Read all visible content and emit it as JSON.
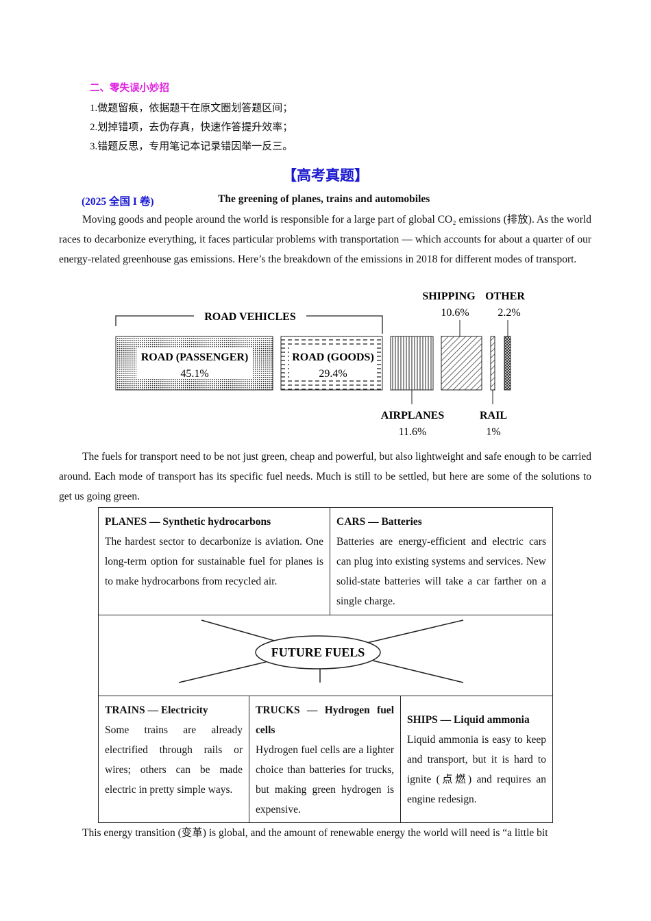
{
  "tips": {
    "heading": "二、零失误小妙招",
    "items": [
      "1.做题留痕，依据题干在原文圈划答题区间；",
      "2.划掉错项，去伪存真，快速作答提升效率；",
      "3.错题反思，专用笔记本记录错因举一反三。"
    ]
  },
  "section_title": "【高考真题】",
  "source": "(2025 全国 I 卷)",
  "article_title": "The greening of planes, trains and automobiles",
  "para1": "Moving goods and people around the world is responsible for a large part of global CO₂ emissions (排放). As the world races to decarbonize everything, it faces particular problems with transportation — which accounts for about a quarter of our energy-related greenhouse gas emissions. Here’s the breakdown of the emissions in 2018 for different modes of transport.",
  "figure": {
    "group_label": "ROAD VEHICLES",
    "segments": [
      {
        "label": "ROAD (PASSENGER)",
        "value": "45.1%"
      },
      {
        "label": "ROAD (GOODS)",
        "value": "29.4%"
      },
      {
        "label": "AIRPLANES",
        "value": "11.6%"
      },
      {
        "label": "SHIPPING",
        "value": "10.6%"
      },
      {
        "label": "RAIL",
        "value": "1%"
      },
      {
        "label": "OTHER",
        "value": "2.2%"
      }
    ]
  },
  "para2": "The fuels for transport need to be not just green, cheap and powerful, but also lightweight and safe enough to be carried around. Each mode of transport has its specific fuel needs. Much is still to be settled, but here are some of the solutions to get us going green.",
  "fuels": {
    "center": "FUTURE FUELS",
    "planes": {
      "title": "PLANES — Synthetic hydrocarbons",
      "text": "The hardest sector to decarbonize is aviation. One long-term option for sustainable fuel for planes is to make hydrocarbons from recycled air."
    },
    "cars": {
      "title": "CARS — Batteries",
      "text": "Batteries are energy-efficient and electric cars can plug into existing systems and services. New solid-state batteries will take a car farther on a single charge."
    },
    "trains": {
      "title": "TRAINS — Electricity",
      "text": "Some trains are already electrified through rails or wires; others can be made electric in pretty simple ways."
    },
    "trucks": {
      "title": "TRUCKS — Hydrogen fuel cells",
      "text": "Hydrogen fuel cells are a lighter choice than batteries for trucks, but making green hydrogen is expensive."
    },
    "ships": {
      "title": "SHIPS — Liquid ammonia",
      "text": "Liquid ammonia is easy to keep and transport, but it is hard to ignite (点燃) and requires an engine redesign."
    }
  },
  "para3": "This energy transition (变革) is global, and the amount of renewable energy the world will need is “a little bit",
  "colors": {
    "tip_heading": "#e020e0",
    "section_title": "#1a1ad0",
    "source": "#1a1ad0"
  }
}
